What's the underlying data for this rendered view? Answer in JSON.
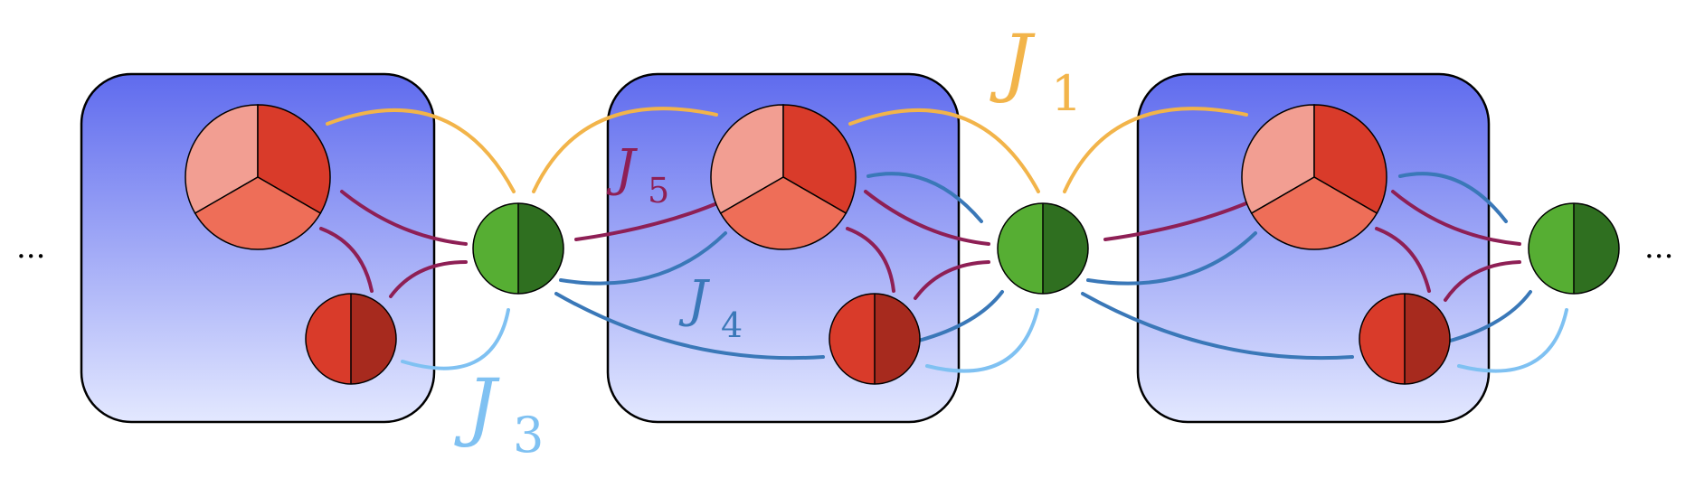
{
  "colors": {
    "J1": "#F2B44A",
    "J3": "#7FC1F2",
    "J4": "#3A78B8",
    "J5": "#8E1F55",
    "cell_top": "#5F6BEE",
    "cell_bottom": "#E3E8FF",
    "red_light": "#F29E92",
    "red_mid": "#EE6E58",
    "red_dark": "#D93B2A",
    "red_deep": "#A72A1E",
    "green_light": "#56AE33",
    "green_dark": "#2F6F20"
  },
  "labels": {
    "j1": {
      "letter": "J",
      "sub": "1"
    },
    "j3": {
      "letter": "J",
      "sub": "3"
    },
    "j4": {
      "letter": "J",
      "sub": "4"
    },
    "j5": {
      "letter": "J",
      "sub": "5"
    }
  },
  "ellipsis_left": "...",
  "ellipsis_right": "...",
  "unit_cells": 3
}
